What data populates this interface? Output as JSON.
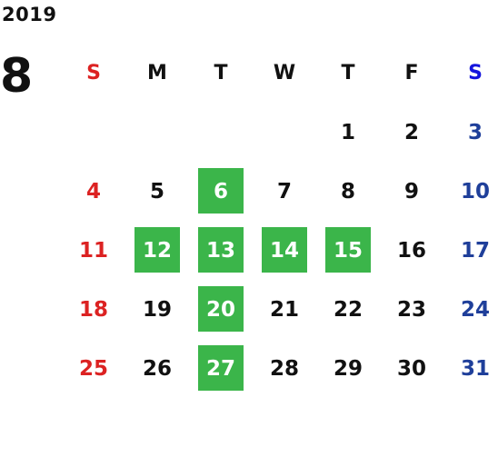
{
  "year": "2019",
  "month": "8",
  "weekdays": [
    "S",
    "M",
    "T",
    "W",
    "T",
    "F",
    "S"
  ],
  "colors": {
    "sunday": "#dc2222",
    "saturday": "#1f3f9a",
    "saturday_header": "#1515dd",
    "weekday": "#111111",
    "highlight_bg": "#3bb54a",
    "highlight_text": "#ffffff"
  },
  "weeks": [
    [
      "",
      "",
      "",
      "",
      "1",
      "2",
      "3"
    ],
    [
      "4",
      "5",
      "6",
      "7",
      "8",
      "9",
      "10"
    ],
    [
      "11",
      "12",
      "13",
      "14",
      "15",
      "16",
      "17"
    ],
    [
      "18",
      "19",
      "20",
      "21",
      "22",
      "23",
      "24"
    ],
    [
      "25",
      "26",
      "27",
      "28",
      "29",
      "30",
      "31"
    ]
  ],
  "highlighted_days": [
    "6",
    "12",
    "13",
    "14",
    "15",
    "20",
    "27"
  ]
}
